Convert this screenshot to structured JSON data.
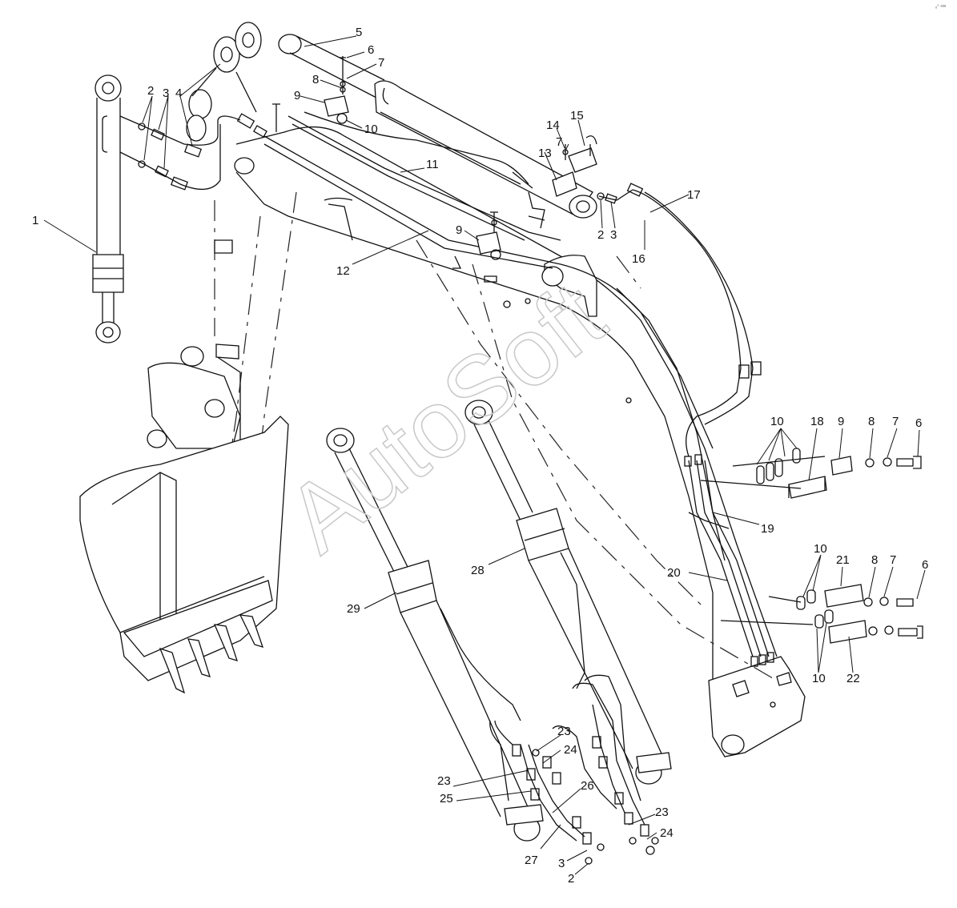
{
  "watermark": "AutoSoft",
  "corner_mark": "ₒ° ᵃᵃᵃ",
  "callouts": [
    {
      "id": "c1",
      "text": "1"
    },
    {
      "id": "c2a",
      "text": "2"
    },
    {
      "id": "c3a",
      "text": "3"
    },
    {
      "id": "c4",
      "text": "4"
    },
    {
      "id": "c5",
      "text": "5"
    },
    {
      "id": "c6a",
      "text": "6"
    },
    {
      "id": "c7a",
      "text": "7"
    },
    {
      "id": "c8a",
      "text": "8"
    },
    {
      "id": "c9a",
      "text": "9"
    },
    {
      "id": "c10a",
      "text": "10"
    },
    {
      "id": "c11",
      "text": "11"
    },
    {
      "id": "c12",
      "text": "12"
    },
    {
      "id": "c9b",
      "text": "9"
    },
    {
      "id": "c13",
      "text": "13"
    },
    {
      "id": "c14",
      "text": "14"
    },
    {
      "id": "c15",
      "text": "15"
    },
    {
      "id": "c7b",
      "text": "7"
    },
    {
      "id": "c2b",
      "text": "2"
    },
    {
      "id": "c3b",
      "text": "3"
    },
    {
      "id": "c16",
      "text": "16"
    },
    {
      "id": "c17",
      "text": "17"
    },
    {
      "id": "c10b",
      "text": "10"
    },
    {
      "id": "c18",
      "text": "18"
    },
    {
      "id": "c9c",
      "text": "9"
    },
    {
      "id": "c8b",
      "text": "8"
    },
    {
      "id": "c7c",
      "text": "7"
    },
    {
      "id": "c6b",
      "text": "6"
    },
    {
      "id": "c19",
      "text": "19"
    },
    {
      "id": "c10c",
      "text": "10"
    },
    {
      "id": "c21",
      "text": "21"
    },
    {
      "id": "c8c",
      "text": "8"
    },
    {
      "id": "c7d",
      "text": "7"
    },
    {
      "id": "c6c",
      "text": "6"
    },
    {
      "id": "c20",
      "text": "20"
    },
    {
      "id": "c10d",
      "text": "10"
    },
    {
      "id": "c22",
      "text": "22"
    },
    {
      "id": "c28",
      "text": "28"
    },
    {
      "id": "c29",
      "text": "29"
    },
    {
      "id": "c23a",
      "text": "23"
    },
    {
      "id": "c24a",
      "text": "24"
    },
    {
      "id": "c23b",
      "text": "23"
    },
    {
      "id": "c25",
      "text": "25"
    },
    {
      "id": "c26",
      "text": "26"
    },
    {
      "id": "c23c",
      "text": "23"
    },
    {
      "id": "c24b",
      "text": "24"
    },
    {
      "id": "c27",
      "text": "27"
    },
    {
      "id": "c3c",
      "text": "3"
    },
    {
      "id": "c2c",
      "text": "2"
    }
  ]
}
